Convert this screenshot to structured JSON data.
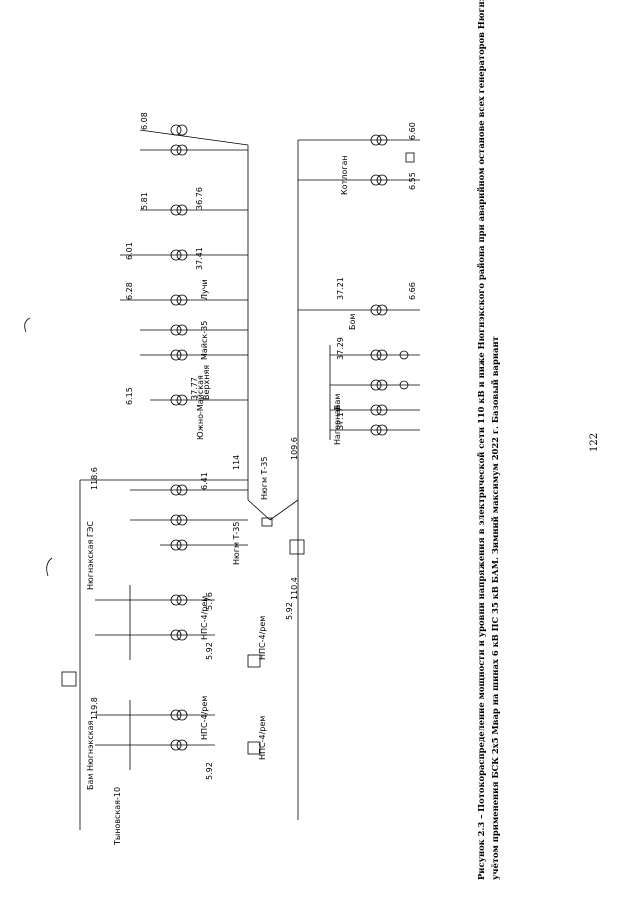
{
  "caption": {
    "line1": "Рисунок 2.3 – Потокораспределение мощности и уровни напряжения в электрической сети 110 кВ и ниже Нюгнэкского района при аварийном останове всех генераторов Нюгнэкской ГЭС с",
    "line2": "учётом применения БСК 2х5 Мвар на шинах 6 кВ ПС 35 кВ БАМ. Зимний максимум 2022 г. Базовый вариант"
  },
  "page_number": "122",
  "diagram": {
    "labels": [
      "Тыновская-10",
      "Бам Нюгнэкская",
      "Нюгнэкская ГЭС",
      "Нюгм Т-35",
      "Нюгм Т-35",
      "Нагорная",
      "Верхняя",
      "Бам",
      "Южно-Майская",
      "Майск-35",
      "Лучи",
      "Бом",
      "Котлоган",
      "НПС-4/рем",
      "НПС-4/рем",
      "НПС-4/рем",
      "НПС-4/рем",
      "118.6",
      "119.8",
      "114",
      "110.4",
      "109.6",
      "37.21",
      "37.29",
      "37.77",
      "36.76",
      "37.41",
      "37.17",
      "6.66",
      "6.60",
      "6.55",
      "6.41",
      "6.28",
      "6.15",
      "6.08",
      "6.01",
      "5.92",
      "5.92",
      "5.76",
      "5.81",
      "5.92"
    ]
  }
}
